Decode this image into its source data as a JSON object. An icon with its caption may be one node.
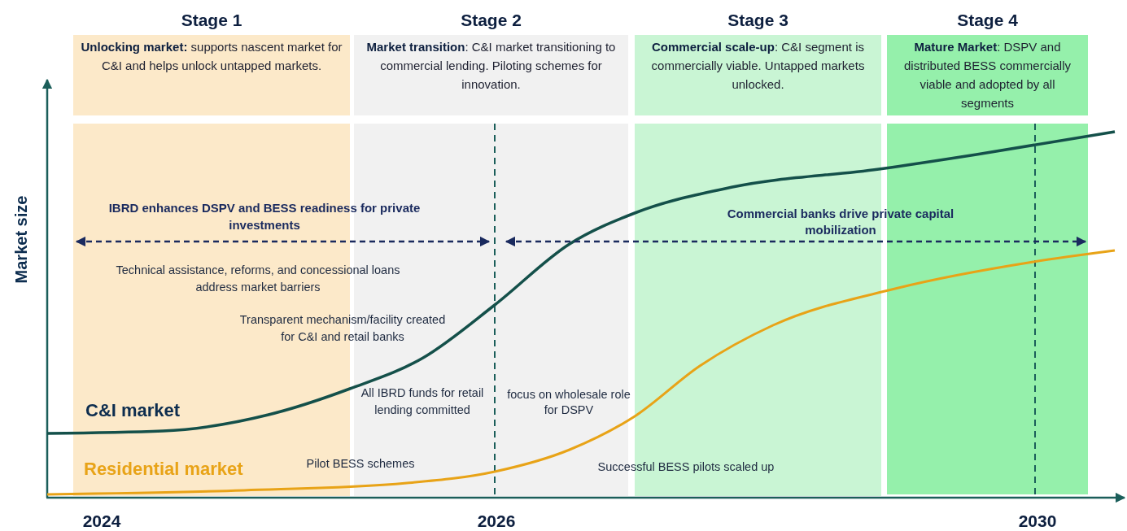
{
  "diagram": {
    "nodes": [
      {
        "text": [
          "Stage 1",
          "**Unlocking market:** supports nascent market for C&I and helps unlock untapped markets."
        ]
      },
      {
        "text": [
          "Stage 2",
          "**Market transition**: C&I market transitioning to commercial lending. Piloting schemes for innovation."
        ]
      },
      {
        "text": [
          "Stage 3",
          "**Commercial scale-up**: C&I segment is commercially viable. Untapped markets unlocked."
        ]
      },
      {
        "text": [
          "Stage 4",
          "**Mature Market**: DSPV and distributed BESS commercially viable and adopted by all segments"
        ]
      }
    ],
    "labels": [
      "Market size",
      "IBRD enhances DSPV and BESS readiness for private investments",
      "Commercial banks drive private capital mobilization",
      "Technical assistance, reforms, and concessional loans address market barriers",
      "Transparent mechanism/facility created for C&I and retail banks",
      "All IBRD funds for retail lending committed",
      "focus on wholesale role for DSPV",
      "C&I market",
      "Residential market",
      "Pilot BESS schemes",
      "Successful BESS pilots scaled up",
      "2024",
      "2026",
      "2030"
    ]
  }
}
